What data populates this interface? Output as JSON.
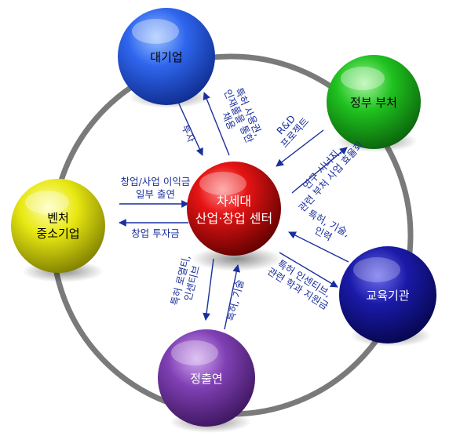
{
  "nodes": {
    "center": {
      "line1": "차세대",
      "line2": "산업·창업 센터"
    },
    "large_corp": {
      "label": "대기업"
    },
    "government": {
      "label": "정부 부처"
    },
    "education": {
      "label": "교육기관"
    },
    "research": {
      "label": "정출연"
    },
    "venture": {
      "line1": "벤처",
      "line2": "중소기업"
    }
  },
  "flows": {
    "large_corp_to_center": "투자",
    "center_to_large_corp": {
      "line1": "특허 사용권,",
      "line2": "인재풀을 통한",
      "line3": "채용"
    },
    "government_to_center": {
      "line1": "R&D",
      "line2": "프로젝트"
    },
    "center_to_government": {
      "line1": "연구 시너지,",
      "line2": "관련 부처 사업 효율화"
    },
    "education_to_center": {
      "line1": "특허, 기술,",
      "line2": "인력"
    },
    "center_to_education": {
      "line1": "특허 인센티브,",
      "line2": "관련 학과 지원금"
    },
    "research_to_center": "특허, 기술",
    "center_to_research": {
      "line1": "특허 로열티,",
      "line2": "인센티브"
    },
    "venture_to_center": {
      "line1": "창업/사업 이익금",
      "line2": "일부 출연"
    },
    "center_to_venture": "창업 투자금"
  },
  "colors": {
    "ring": "#7a7a7a",
    "arrow": "#1a2f9c",
    "center": "#cc0a0a",
    "large_corp": "#2f5fe8",
    "government": "#1fb51f",
    "education": "#13139a",
    "research": "#7a3aa8",
    "venture": "#d8d80c"
  }
}
